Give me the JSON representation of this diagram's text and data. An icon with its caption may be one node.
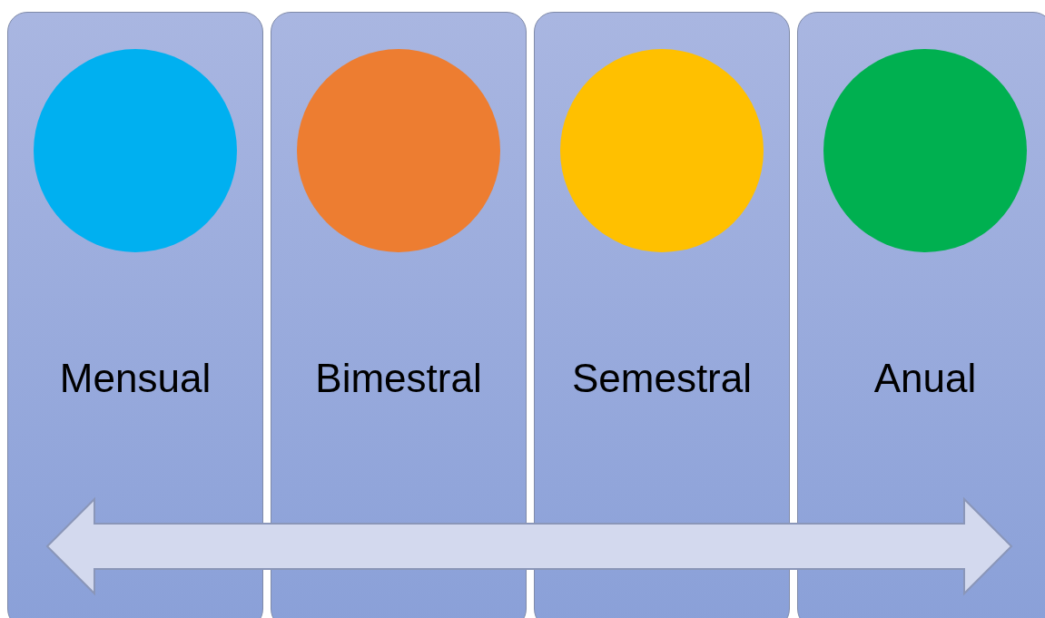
{
  "diagram": {
    "nodes": [
      {
        "text": [
          "Mensual"
        ]
      },
      {
        "text": [],
        "shape": "circle",
        "in": 0
      },
      {
        "text": [
          "Bimestral"
        ]
      },
      {
        "text": [],
        "shape": "circle",
        "in": 2
      },
      {
        "text": [
          "Semestral"
        ]
      },
      {
        "text": [],
        "shape": "circle",
        "in": 4
      },
      {
        "text": [
          "Anual"
        ]
      },
      {
        "text": [],
        "shape": "circle",
        "in": 6
      }
    ]
  }
}
